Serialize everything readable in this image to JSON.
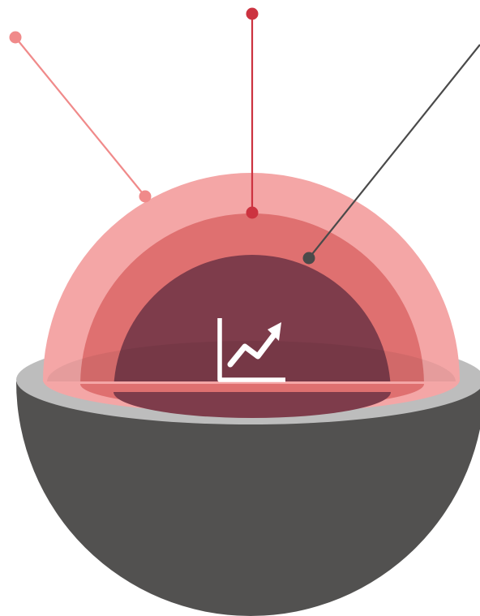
{
  "diagram": {
    "type": "layered-hemisphere",
    "layers": [
      {
        "id": "outer",
        "color": "#f4a6a6"
      },
      {
        "id": "middle",
        "color": "#df7070"
      },
      {
        "id": "inner",
        "color": "#7e3c4b"
      }
    ],
    "bowl": {
      "color": "#525150",
      "rim_color": "#bdbdbd"
    },
    "callouts": [
      {
        "id": "callout-outer",
        "color": "#f08a8a"
      },
      {
        "id": "callout-middle",
        "color": "#cc3340"
      },
      {
        "id": "callout-inner",
        "color": "#4a4a4a"
      }
    ],
    "center_icon": {
      "name": "growth-chart-icon",
      "color": "#ffffff"
    }
  }
}
